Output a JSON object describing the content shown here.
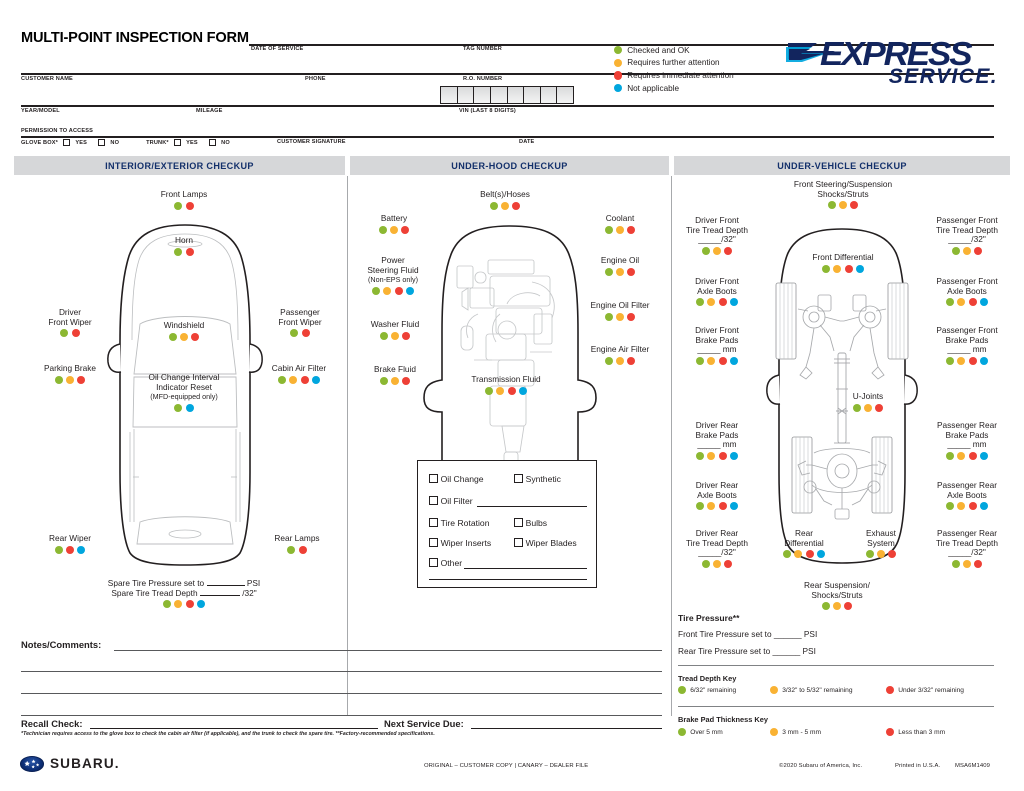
{
  "document": {
    "title": "MULTI-POINT INSPECTION FORM"
  },
  "header_fields": {
    "date_of_service": "DATE OF SERVICE",
    "tag_number": "TAG NUMBER",
    "customer_name": "CUSTOMER NAME",
    "phone": "PHONE",
    "ro_number": "R.O. NUMBER",
    "year_model": "YEAR/MODEL",
    "mileage": "MILEAGE",
    "vin": "VIN (LAST 8 DIGITS)",
    "permission_to_access": "PERMISSION TO ACCESS",
    "glove_box": "GLOVE BOX*",
    "trunk": "TRUNK*",
    "yes": "YES",
    "no": "NO",
    "customer_signature": "CUSTOMER SIGNATURE",
    "date": "DATE"
  },
  "legend": {
    "items": [
      {
        "color": "#8cb832",
        "label": "Checked and OK",
        "key": "g"
      },
      {
        "color": "#f9b233",
        "label": "Requires further attention",
        "key": "a"
      },
      {
        "color": "#ee4036",
        "label": "Requires immediate attention",
        "key": "r"
      },
      {
        "color": "#00a6de",
        "label": "Not applicable",
        "key": "b"
      }
    ]
  },
  "brand": {
    "express": "EXPRESS",
    "service": "SERVICE.",
    "subaru": "SUBARU."
  },
  "sections": {
    "interior": {
      "title": "INTERIOR/EXTERIOR CHECKUP"
    },
    "underhood": {
      "title": "UNDER-HOOD CHECKUP"
    },
    "undervehicle": {
      "title": "UNDER-VEHICLE CHECKUP"
    }
  },
  "interior_items": [
    {
      "name": "front-lamps",
      "label": "Front Lamps",
      "dots": [
        "g",
        "r"
      ]
    },
    {
      "name": "horn",
      "label": "Horn",
      "dots": [
        "g",
        "r"
      ]
    },
    {
      "name": "driver-front-wiper",
      "label": "Driver\nFront Wiper",
      "dots": [
        "g",
        "r"
      ]
    },
    {
      "name": "passenger-front-wiper",
      "label": "Passenger\nFront Wiper",
      "dots": [
        "g",
        "r"
      ]
    },
    {
      "name": "windshield",
      "label": "Windshield",
      "dots": [
        "g",
        "a",
        "r"
      ]
    },
    {
      "name": "parking-brake",
      "label": "Parking Brake",
      "dots": [
        "g",
        "a",
        "r"
      ]
    },
    {
      "name": "cabin-air-filter",
      "label": "Cabin Air Filter",
      "dots": [
        "g",
        "a",
        "r",
        "b"
      ]
    },
    {
      "name": "oil-change-interval-indicator-reset",
      "label": "Oil Change Interval\nIndicator Reset",
      "sublabel": "(MFD-equipped only)",
      "dots": [
        "g",
        "b"
      ]
    },
    {
      "name": "rear-wiper",
      "label": "Rear Wiper",
      "dots": [
        "g",
        "r",
        "b"
      ]
    },
    {
      "name": "rear-lamps",
      "label": "Rear Lamps",
      "dots": [
        "g",
        "r"
      ]
    }
  ],
  "spare_tire": {
    "pressure": "Spare Tire Pressure set to ______ PSI",
    "pressure_pre": "Spare Tire Pressure set to",
    "pressure_post": "PSI",
    "tread_pre": "Spare Tire Tread Depth",
    "tread_post": "/32\"",
    "dots": [
      "g",
      "a",
      "r",
      "b"
    ]
  },
  "underhood_items": [
    {
      "name": "belts-hoses",
      "label": "Belt(s)/Hoses",
      "dots": [
        "g",
        "a",
        "r"
      ]
    },
    {
      "name": "battery",
      "label": "Battery",
      "dots": [
        "g",
        "a",
        "r"
      ]
    },
    {
      "name": "coolant",
      "label": "Coolant",
      "dots": [
        "g",
        "a",
        "r"
      ]
    },
    {
      "name": "power-steering-fluid",
      "label": "Power\nSteering Fluid",
      "sublabel": "(Non-EPS only)",
      "dots": [
        "g",
        "a",
        "r",
        "b"
      ]
    },
    {
      "name": "engine-oil",
      "label": "Engine Oil",
      "dots": [
        "g",
        "a",
        "r"
      ]
    },
    {
      "name": "engine-oil-filter",
      "label": "Engine Oil Filter",
      "dots": [
        "g",
        "a",
        "r"
      ]
    },
    {
      "name": "washer-fluid",
      "label": "Washer Fluid",
      "dots": [
        "g",
        "a",
        "r"
      ]
    },
    {
      "name": "engine-air-filter",
      "label": "Engine Air Filter",
      "dots": [
        "g",
        "a",
        "r"
      ]
    },
    {
      "name": "brake-fluid",
      "label": "Brake Fluid",
      "dots": [
        "g",
        "a",
        "r"
      ]
    },
    {
      "name": "transmission-fluid",
      "label": "Transmission Fluid",
      "dots": [
        "g",
        "a",
        "r",
        "b"
      ]
    }
  ],
  "service_checkboxes": {
    "rows": [
      {
        "left": "Oil Change",
        "right": "Synthetic"
      },
      {
        "left": "Oil Filter",
        "right": ""
      },
      {
        "left": "Tire Rotation",
        "right": "Bulbs"
      },
      {
        "left": "Wiper Inserts",
        "right": "Wiper Blades"
      },
      {
        "left": "Other",
        "right": ""
      }
    ]
  },
  "undervehicle_items": [
    {
      "name": "front-steering-suspension",
      "label": "Front Steering/Suspension\nShocks/Struts",
      "dots": [
        "g",
        "a",
        "r"
      ]
    },
    {
      "name": "driver-front-tire-tread-depth",
      "label": "Driver Front\nTire Tread Depth",
      "blank": "_____/32\"",
      "dots": [
        "g",
        "a",
        "r"
      ]
    },
    {
      "name": "passenger-front-tire-tread-depth",
      "label": "Passenger Front\nTire Tread Depth",
      "blank": "_____/32\"",
      "dots": [
        "g",
        "a",
        "r"
      ]
    },
    {
      "name": "front-differential",
      "label": "Front Differential",
      "dots": [
        "g",
        "a",
        "r",
        "b"
      ]
    },
    {
      "name": "driver-front-axle-boots",
      "label": "Driver Front\nAxle Boots",
      "dots": [
        "g",
        "a",
        "r",
        "b"
      ]
    },
    {
      "name": "passenger-front-axle-boots",
      "label": "Passenger Front\nAxle Boots",
      "dots": [
        "g",
        "a",
        "r",
        "b"
      ]
    },
    {
      "name": "driver-front-brake-pads",
      "label": "Driver Front\nBrake Pads",
      "blank": "_____ mm",
      "dots": [
        "g",
        "a",
        "r",
        "b"
      ]
    },
    {
      "name": "passenger-front-brake-pads",
      "label": "Passenger Front\nBrake Pads",
      "blank": "_____ mm",
      "dots": [
        "g",
        "a",
        "r",
        "b"
      ]
    },
    {
      "name": "u-joints",
      "label": "U-Joints",
      "dots": [
        "g",
        "a",
        "r"
      ]
    },
    {
      "name": "driver-rear-brake-pads",
      "label": "Driver Rear\nBrake Pads",
      "blank": "_____ mm",
      "dots": [
        "g",
        "a",
        "r",
        "b"
      ]
    },
    {
      "name": "passenger-rear-brake-pads",
      "label": "Passenger Rear\nBrake Pads",
      "blank": "_____ mm",
      "dots": [
        "g",
        "a",
        "r",
        "b"
      ]
    },
    {
      "name": "driver-rear-axle-boots",
      "label": "Driver Rear\nAxle Boots",
      "dots": [
        "g",
        "a",
        "r",
        "b"
      ]
    },
    {
      "name": "passenger-rear-axle-boots",
      "label": "Passenger Rear\nAxle Boots",
      "dots": [
        "g",
        "a",
        "r",
        "b"
      ]
    },
    {
      "name": "rear-differential",
      "label": "Rear\nDifferential",
      "dots": [
        "g",
        "a",
        "r",
        "b"
      ]
    },
    {
      "name": "exhaust-system",
      "label": "Exhaust\nSystem",
      "dots": [
        "g",
        "a",
        "r"
      ]
    },
    {
      "name": "driver-rear-tire-tread-depth",
      "label": "Driver Rear\nTire Tread Depth",
      "blank": "_____/32\"",
      "dots": [
        "g",
        "a",
        "r"
      ]
    },
    {
      "name": "passenger-rear-tire-tread-depth",
      "label": "Passenger Rear\nTire Tread Depth",
      "blank": "_____/32\"",
      "dots": [
        "g",
        "a",
        "r"
      ]
    },
    {
      "name": "rear-suspension",
      "label": "Rear Suspension/\nShocks/Struts",
      "dots": [
        "g",
        "a",
        "r"
      ]
    }
  ],
  "tire_pressure": {
    "heading": "Tire Pressure**",
    "front": "Front Tire Pressure set to ______ PSI",
    "rear": "Rear Tire Pressure set to ______ PSI"
  },
  "tread_depth_key": {
    "heading": "Tread Depth Key",
    "items": [
      {
        "key": "g",
        "label": "6/32\" remaining"
      },
      {
        "key": "a",
        "label": "3/32\" to 5/32\" remaining"
      },
      {
        "key": "r",
        "label": "Under 3/32\" remaining"
      }
    ]
  },
  "brake_pad_key": {
    "heading": "Brake Pad Thickness Key",
    "items": [
      {
        "key": "g",
        "label": "Over 5 mm"
      },
      {
        "key": "a",
        "label": "3 mm - 5 mm"
      },
      {
        "key": "r",
        "label": "Less than 3 mm"
      }
    ]
  },
  "notes": {
    "label": "Notes/Comments:",
    "recall": "Recall Check:",
    "next_service": "Next Service Due:"
  },
  "footnote": "*Technician requires access to the glove box to check the cabin air filter (if applicable), and the trunk to check the spare tire.  **Factory-recommended specifications.",
  "footer": {
    "copy": "ORIGINAL – CUSTOMER COPY  |  CANARY – DEALER FILE",
    "copyright": "©2020 Subaru of America, Inc.",
    "printed": "Printed in U.S.A.",
    "part_number": "MSA6M1409"
  }
}
